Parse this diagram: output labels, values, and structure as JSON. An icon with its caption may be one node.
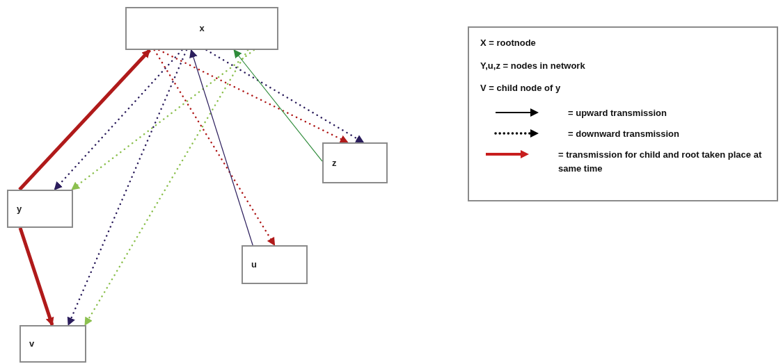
{
  "diagram": {
    "nodes": [
      {
        "text": [
          "x"
        ]
      },
      {
        "text": [
          "y"
        ]
      },
      {
        "text": [
          "v"
        ]
      },
      {
        "text": [
          "u"
        ]
      },
      {
        "text": [
          "z"
        ]
      }
    ],
    "edges": [
      {
        "from": 1,
        "to": 0,
        "arrow": "to",
        "style": "thick",
        "color": "#b01a1a"
      },
      {
        "from": 1,
        "to": 2,
        "arrow": "to",
        "style": "thick",
        "color": "#b01a1a"
      },
      {
        "from": 0,
        "to": 1,
        "arrow": "to",
        "style": "dashed",
        "color": "#2b1d5c"
      },
      {
        "from": 0,
        "to": 1,
        "arrow": "to",
        "style": "dashed",
        "color": "#8cc04f"
      },
      {
        "from": 0,
        "to": 2,
        "arrow": "to",
        "style": "dashed",
        "color": "#2b1d5c"
      },
      {
        "from": 0,
        "to": 2,
        "arrow": "to",
        "style": "dashed",
        "color": "#8cc04f"
      },
      {
        "from": 0,
        "to": 3,
        "arrow": "to",
        "style": "dashed",
        "color": "#b01a1a"
      },
      {
        "from": 3,
        "to": 0,
        "arrow": "to",
        "color": "#2b1d5c"
      },
      {
        "from": 0,
        "to": 4,
        "arrow": "to",
        "style": "dashed",
        "color": "#b01a1a"
      },
      {
        "from": 0,
        "to": 4,
        "arrow": "to",
        "style": "dashed",
        "color": "#2b1d5c"
      },
      {
        "from": 4,
        "to": 0,
        "arrow": "to",
        "color": "#2e8b3a"
      }
    ],
    "labels": [
      "X = rootnode",
      "Y,u,z = nodes in network",
      "V = child node of y"
    ],
    "legend": [
      {
        "text": "= upward transmission"
      },
      {
        "text": "= downward transmission"
      },
      {
        "text": "= transmission for child and root taken place at same time"
      }
    ]
  }
}
